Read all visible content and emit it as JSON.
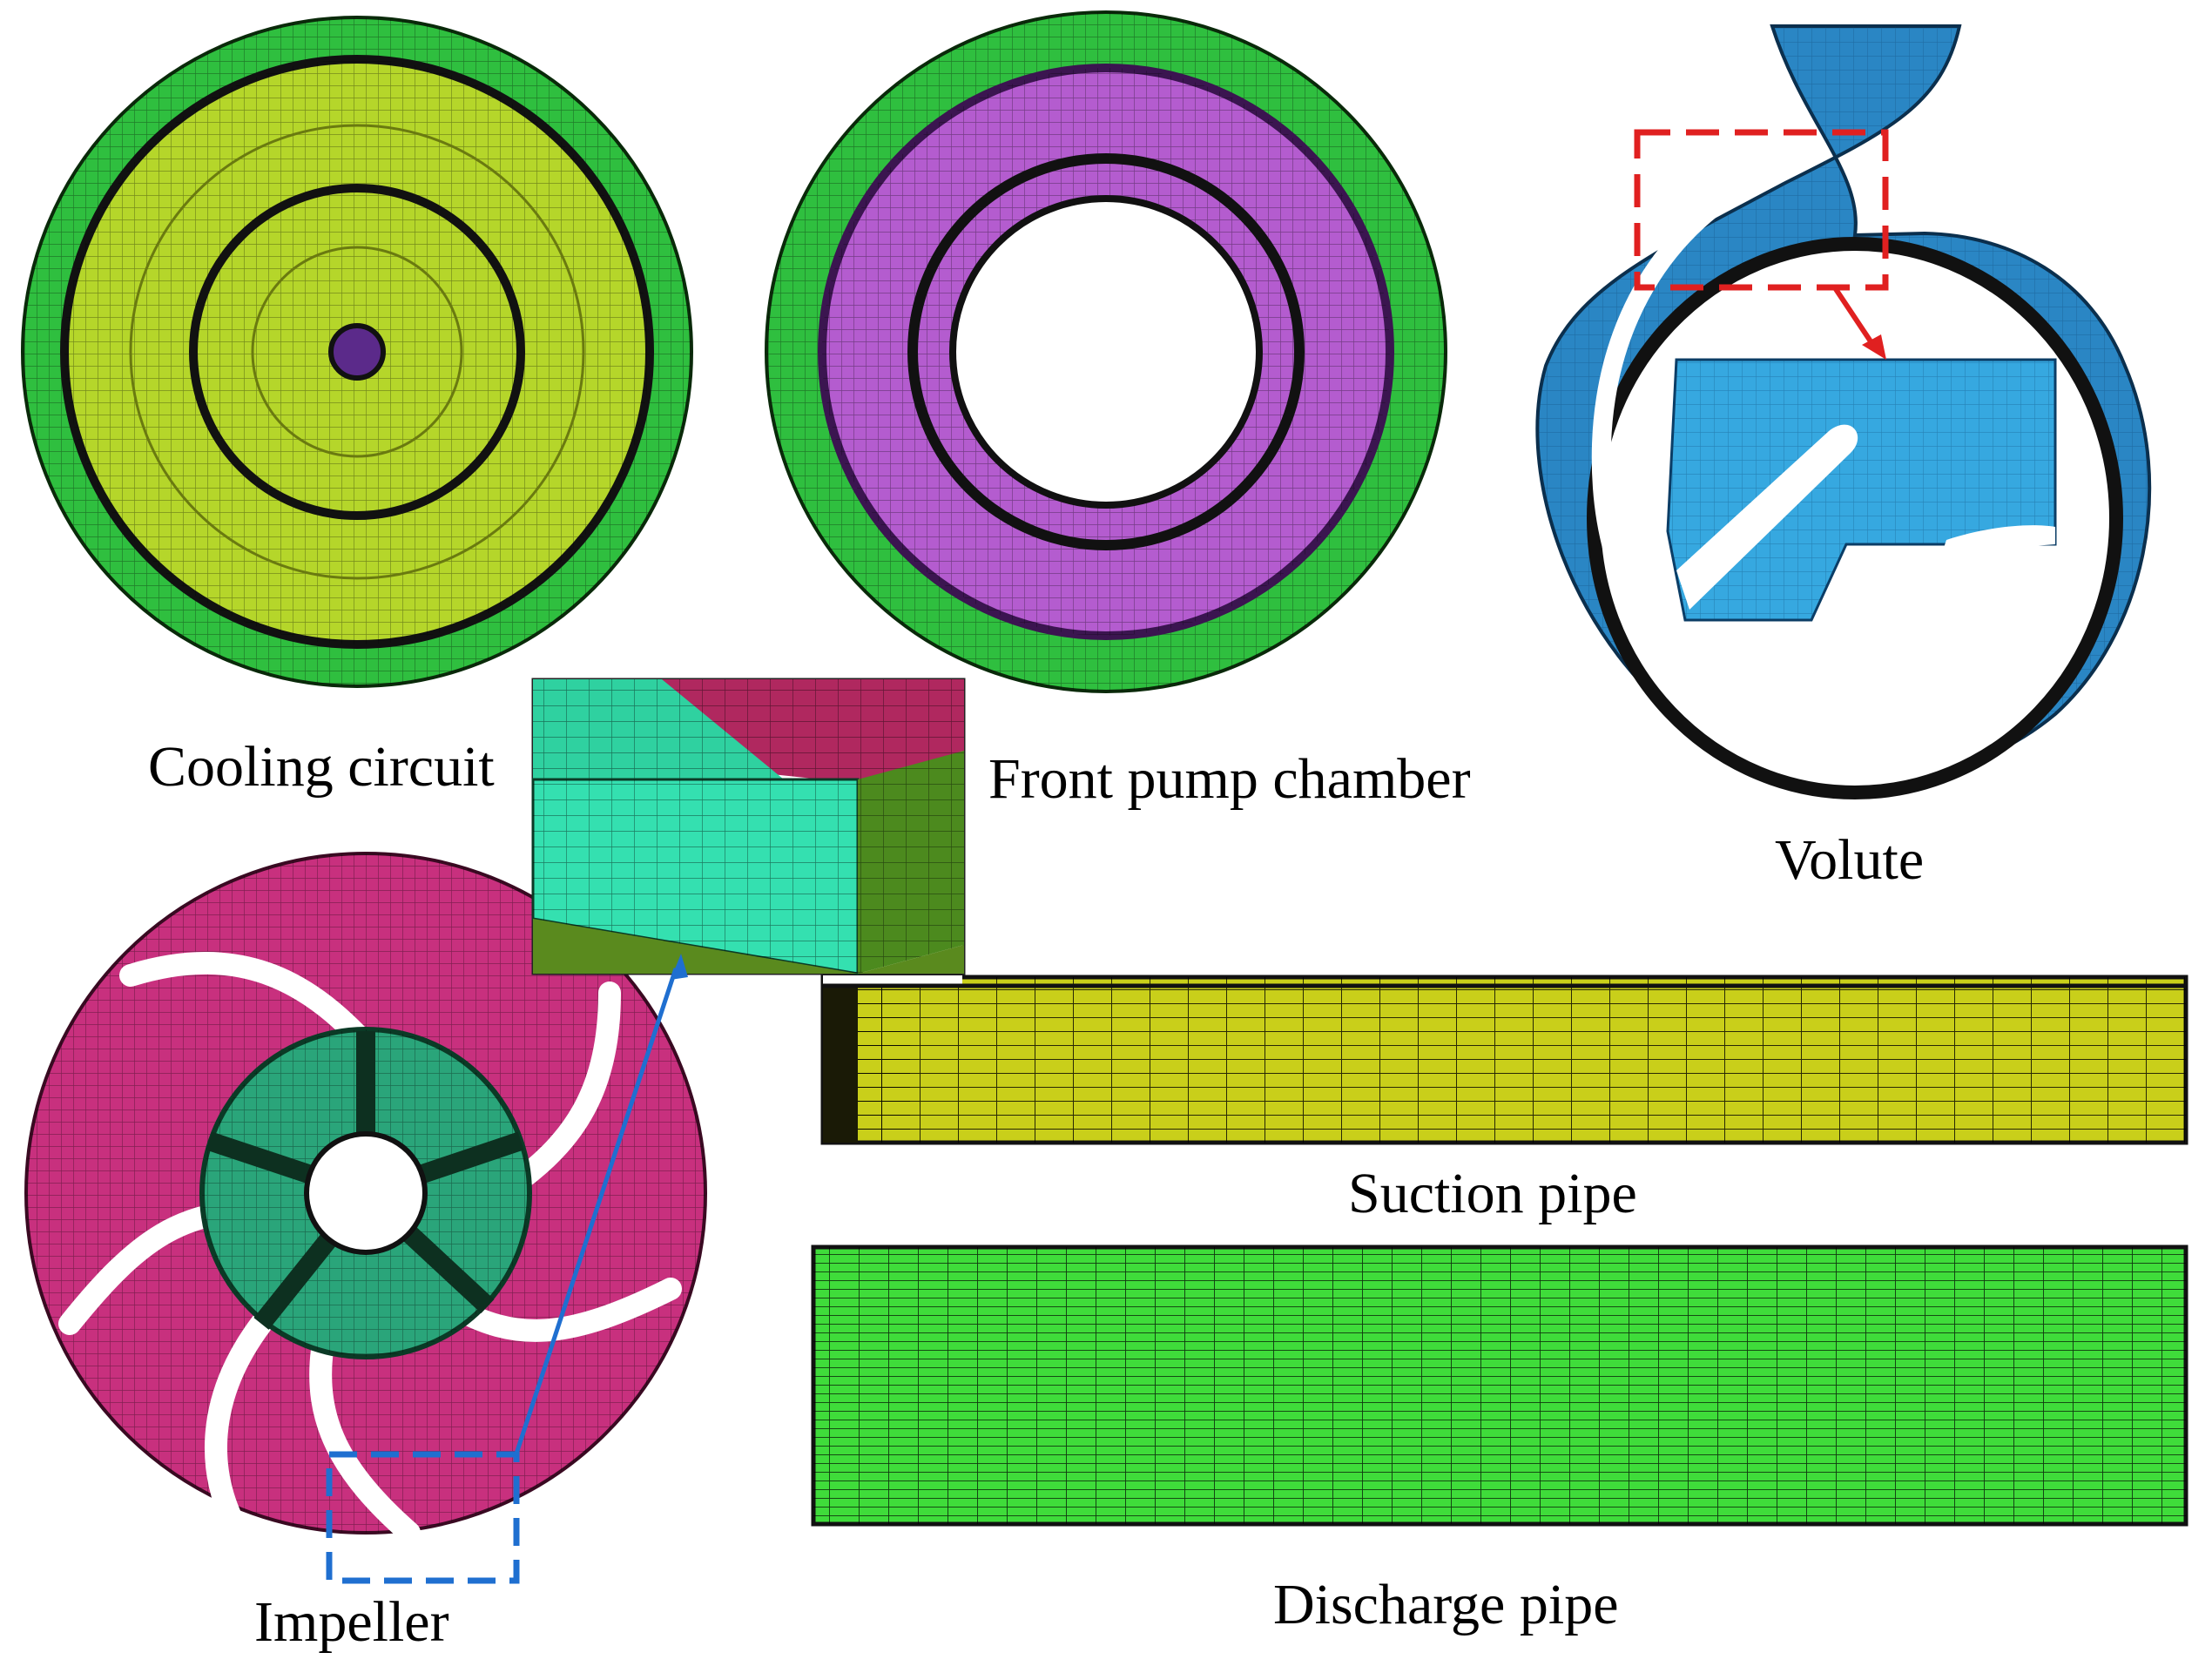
{
  "labels": {
    "cooling_circuit": "Cooling circuit",
    "front_pump_chamber": "Front pump chamber",
    "volute": "Volute",
    "impeller": "Impeller",
    "suction_pipe": "Suction pipe",
    "discharge_pipe": "Discharge pipe"
  },
  "colors": {
    "cooling_outer": "#2fbf3f",
    "cooling_inner": "#b5d62a",
    "chamber_outer": "#2fbf3f",
    "chamber_inner": "#b45ccf",
    "volute": "#2a86c4",
    "volute_zoom": "#36a8e0",
    "impeller_outer": "#c8307e",
    "impeller_inner": "#2aa57a",
    "suction": "#c9cf1a",
    "discharge": "#3fdc3a",
    "callout_red": "#e02020",
    "callout_blue": "#1f6fd0"
  }
}
